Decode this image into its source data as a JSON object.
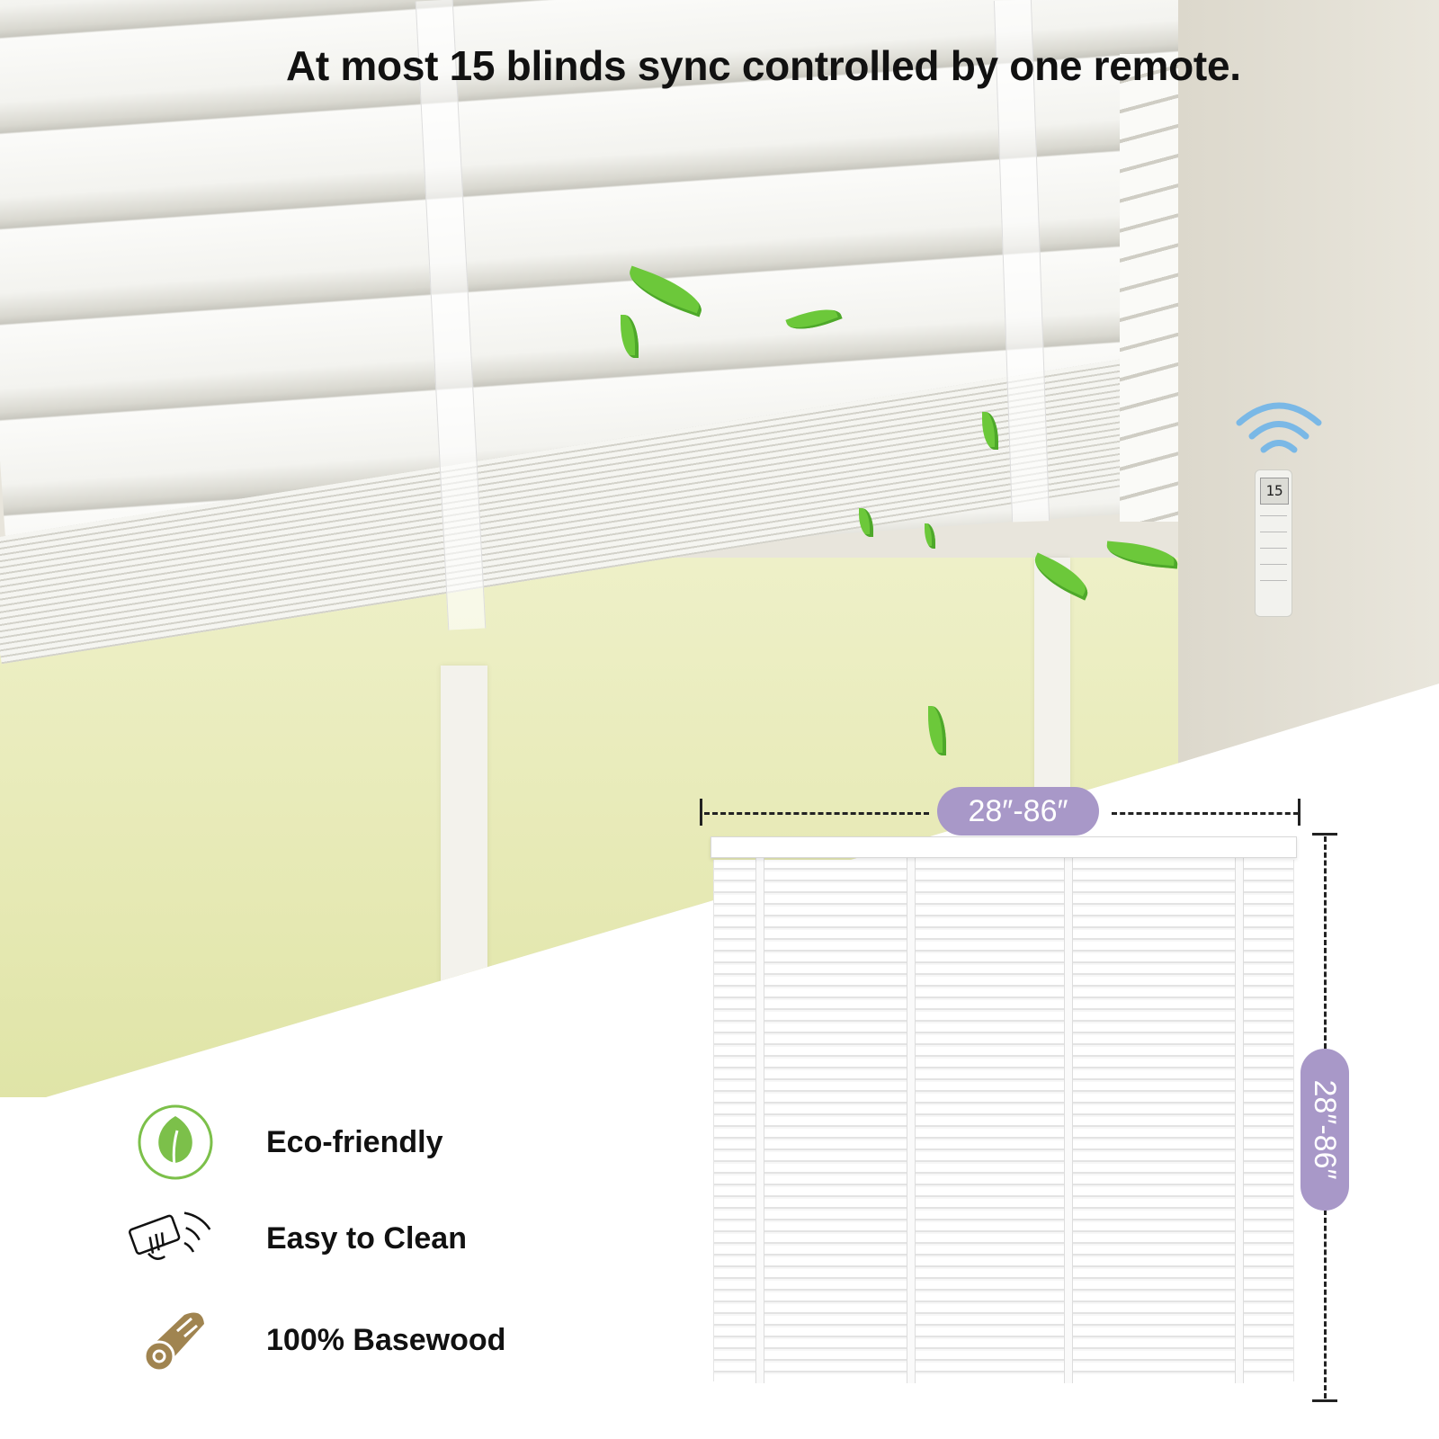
{
  "headline": "At most 15 blinds sync controlled by one remote.",
  "remote": {
    "display": "15"
  },
  "dimensions": {
    "width_label": "28″-86″",
    "height_label": "28″-86″",
    "accent_color": "#a898c8"
  },
  "features": [
    {
      "icon": "leaf-icon",
      "label": "Eco-friendly"
    },
    {
      "icon": "hand-wipe-icon",
      "label": "Easy to Clean"
    },
    {
      "icon": "wood-log-icon",
      "label": "100% Basewood"
    }
  ]
}
